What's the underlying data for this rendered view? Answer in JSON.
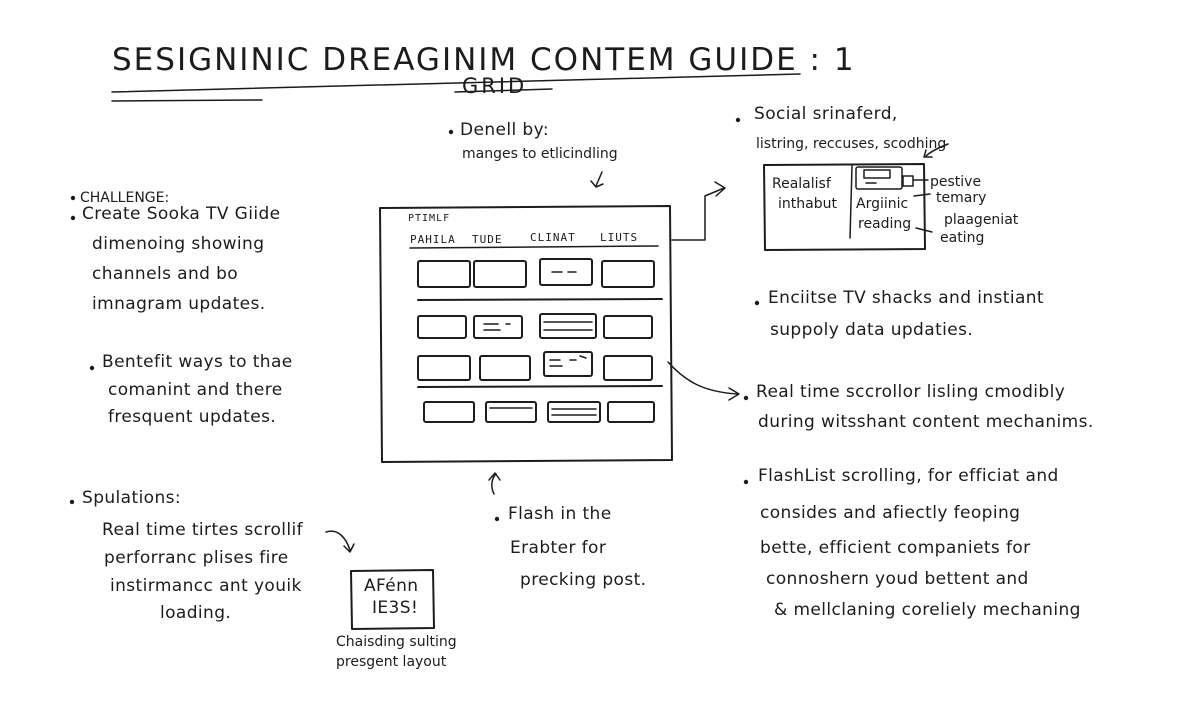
{
  "title": "SESIGNINIC DREAGINIM CONTEM GUIDE : 1",
  "subtitle": "GRID",
  "left_notes": {
    "challenge_label": "CHALLENGE:",
    "challenge_lines": [
      "Create Sooka TV Giide",
      "dimenoing showing",
      "channels and bo",
      "imnagram updates."
    ],
    "benefit_lines": [
      "Bentefit ways to thae",
      "comanint and there",
      "fresquent updates."
    ],
    "spulations_label": "Spulations:",
    "spulations_lines": [
      "Real time tirtes scrollif",
      "perforranc plises fire",
      "instirmancc ant youik",
      "loading."
    ]
  },
  "center": {
    "denell_lines": [
      "Denell by:",
      "manges to etlicindling"
    ],
    "grid_header": "PTIMLF",
    "grid_tabs": [
      "PAHILA",
      "TUDE",
      "CLINAT",
      "LIUTS"
    ],
    "flash_lines": [
      "Flash in the",
      "Erabter for",
      "precking post."
    ],
    "stamp_lines": [
      "AFénn",
      "IE3S!"
    ],
    "stamp_caption_lines": [
      "Chaisding sulting",
      "presgent layout"
    ]
  },
  "right_notes": {
    "social_lines": [
      "Social srinaferd,",
      "listring, reccuses, scodhing"
    ],
    "card_left_lines": [
      "Realalisf",
      "inthabut"
    ],
    "card_mid_lines": [
      "Argiinic",
      "reading"
    ],
    "card_side_lines": [
      "pestive",
      "temary",
      "plaageniat",
      "eating"
    ],
    "enciitse_lines": [
      "Enciitse TV shacks and instiant",
      "suppoly data updaties."
    ],
    "realtime_lines": [
      "Real time sccrollor lisling cmodibly",
      "during witsshant content mechanims."
    ],
    "flashlist_lines": [
      "FlashList scrolling, for efficiat and",
      "consides and afiectly feoping",
      "bette, efficient companiets for",
      "connoshern youd bettent and",
      "& mellclaning coreliely mechaning"
    ]
  }
}
